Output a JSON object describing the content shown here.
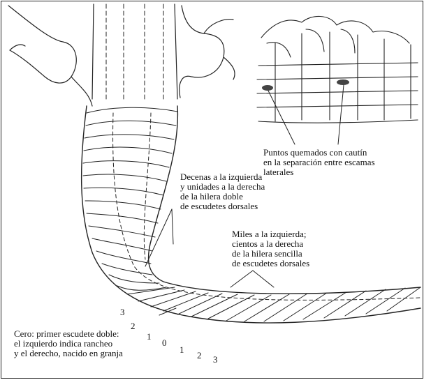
{
  "annotations": {
    "burn_points": "Puntos quemados con cautín\nen la separación entre escamas\nlaterales",
    "tens_units": "Decenas a la izquierda\ny unidades a la derecha\nde la hilera doble\nde escudetes dorsales",
    "thousands_hundreds": "Miles a la izquierda;\ncientos a la derecha\nde la hilera sencilla\nde escudetes dorsales",
    "zero": "Cero: primer escudete doble:\nel izquierdo indica rancheo\ny el derecho, nacido en granja"
  },
  "numbers": {
    "left": [
      "3",
      "2",
      "1"
    ],
    "zero": "0",
    "right": [
      "1",
      "2",
      "3"
    ]
  }
}
